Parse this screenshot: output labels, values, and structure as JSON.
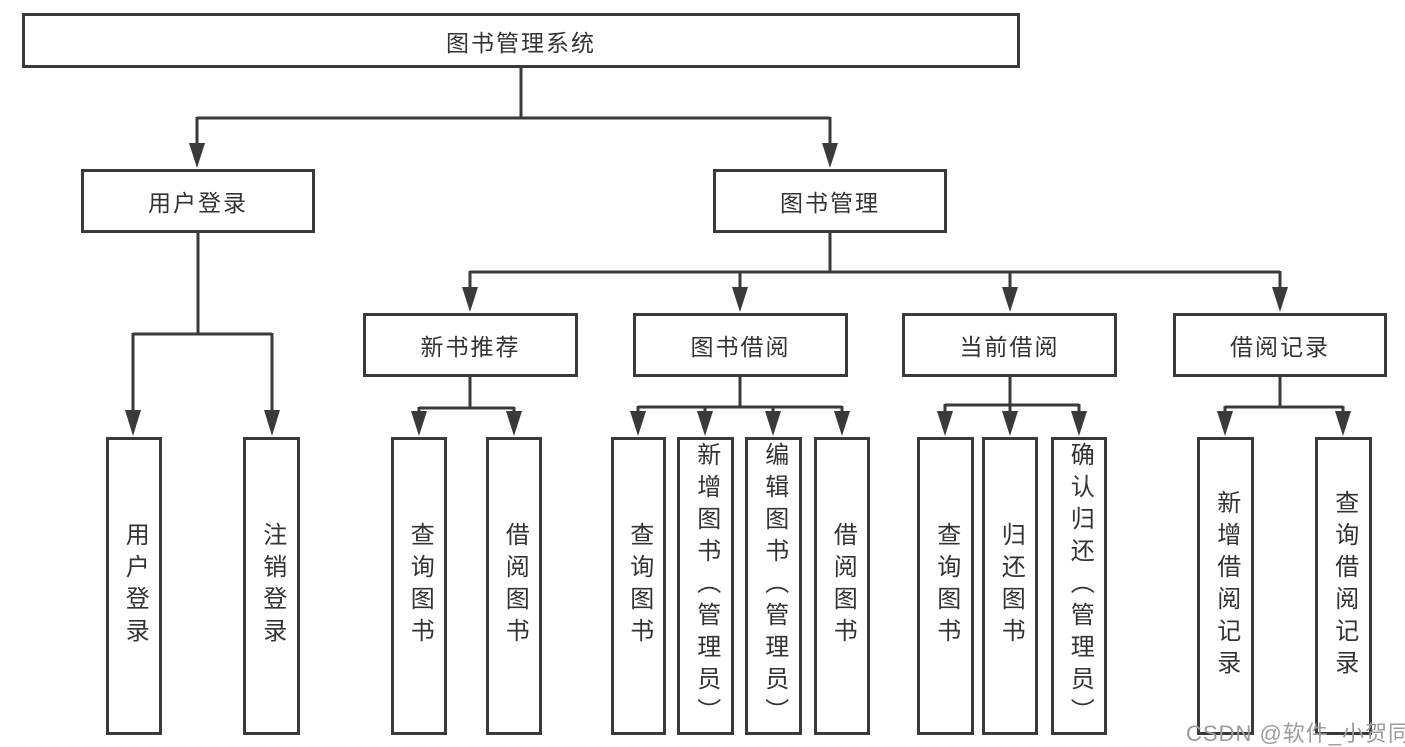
{
  "diagram": {
    "root": {
      "label": "图书管理系统"
    },
    "branches": {
      "user_login": {
        "label": "用户登录",
        "children": {
          "login": {
            "label": "用户登录"
          },
          "logout": {
            "label": "注销登录"
          }
        }
      },
      "book_mgmt": {
        "label": "图书管理",
        "children": {
          "new_book_rec": {
            "label": "新书推荐",
            "children": {
              "query_book": {
                "label": "查询图书"
              },
              "borrow_book": {
                "label": "借阅图书"
              }
            }
          },
          "book_borrow": {
            "label": "图书借阅",
            "children": {
              "query_book": {
                "label": "查询图书"
              },
              "add_book": {
                "label": "新增图书（管理员）"
              },
              "edit_book": {
                "label": "编辑图书（管理员）"
              },
              "borrow_book": {
                "label": "借阅图书"
              }
            }
          },
          "current_borrow": {
            "label": "当前借阅",
            "children": {
              "query_book": {
                "label": "查询图书"
              },
              "return_book": {
                "label": "归还图书"
              },
              "confirm_return": {
                "label": "确认归还（管理员）"
              }
            }
          },
          "borrow_record": {
            "label": "借阅记录",
            "children": {
              "add_record": {
                "label": "新增借阅记录"
              },
              "query_record": {
                "label": "查询借阅记录"
              }
            }
          }
        }
      }
    }
  },
  "watermark": {
    "text": "CSDN @软件_小贺同学"
  },
  "colors": {
    "line": "#3a3a3a",
    "border": "#3a3a3a",
    "text": "#333333",
    "watermark": "#9c9c9c",
    "background": "#ffffff"
  }
}
